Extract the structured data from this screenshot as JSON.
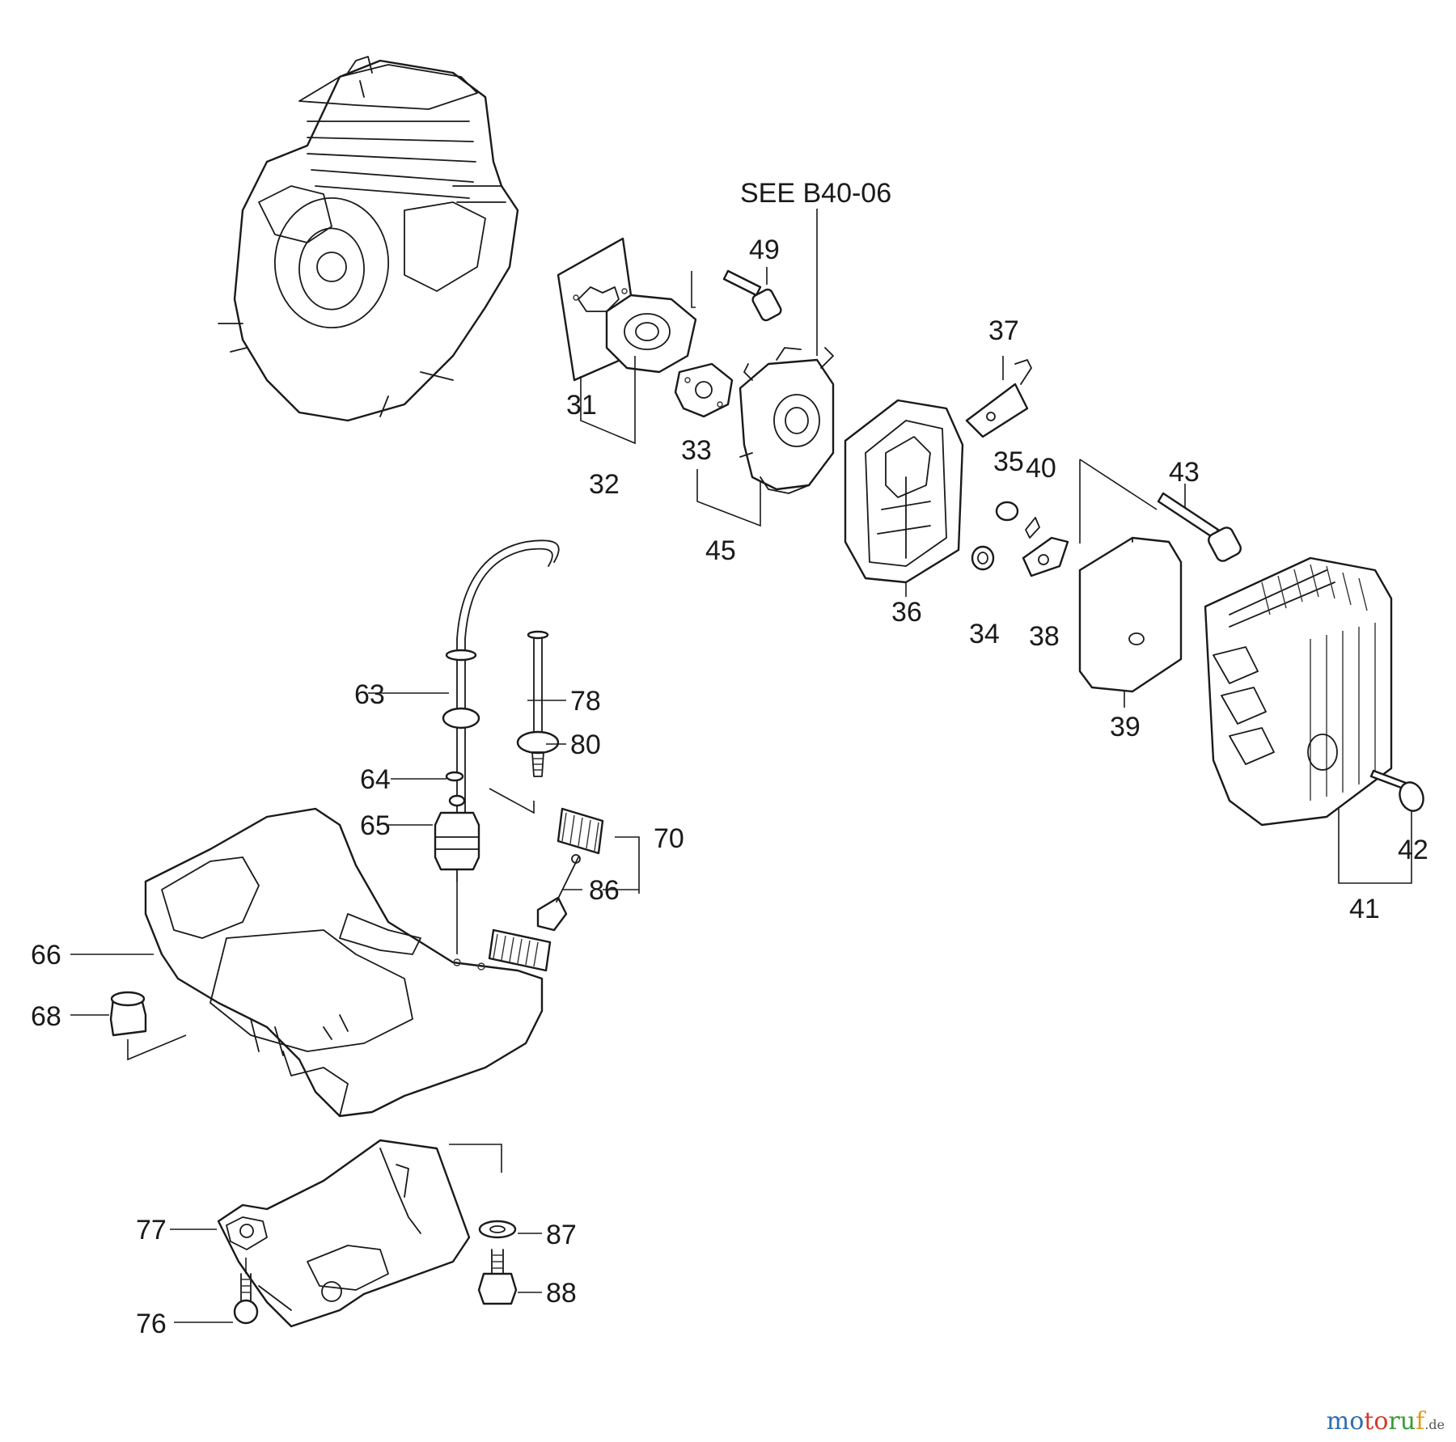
{
  "reference": "SEE B40-06",
  "callouts": {
    "p31": "31",
    "p32": "32",
    "p33": "33",
    "p34": "34",
    "p35": "35",
    "p36": "36",
    "p37": "37",
    "p38": "38",
    "p39": "39",
    "p40": "40",
    "p41": "41",
    "p42": "42",
    "p43": "43",
    "p45": "45",
    "p49": "49",
    "p63": "63",
    "p64": "64",
    "p65": "65",
    "p66": "66",
    "p68": "68",
    "p70": "70",
    "p76": "76",
    "p77": "77",
    "p78": "78",
    "p80": "80",
    "p86": "86",
    "p87": "87",
    "p88": "88"
  },
  "watermark": {
    "part1": "mo",
    "part2": "to",
    "part3": "ru",
    "part4": "f",
    "suffix": ".de"
  }
}
